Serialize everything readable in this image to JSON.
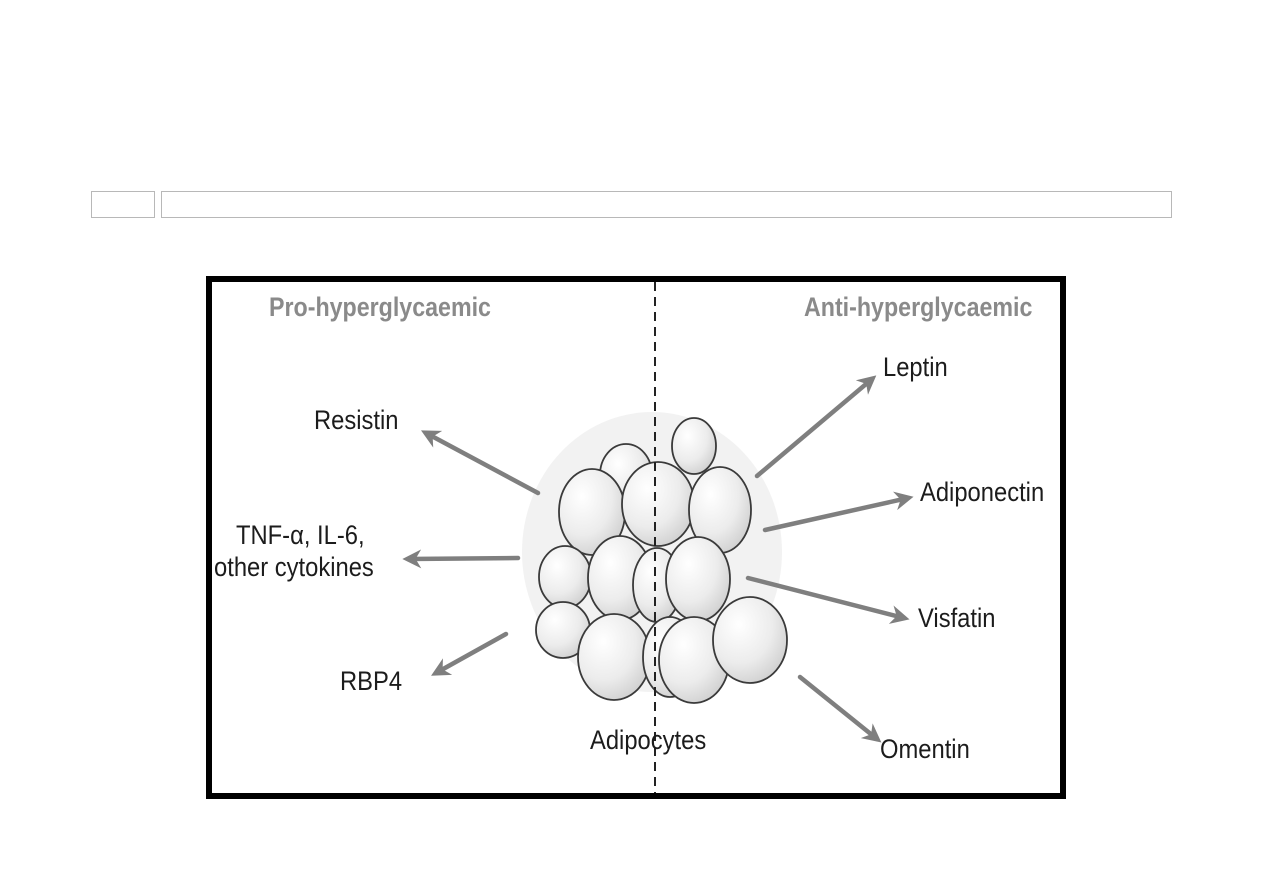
{
  "headers": {
    "left": "Pro-hyperglycaemic",
    "right": "Anti-hyperglycaemic"
  },
  "center_label": "Adipocytes",
  "left_labels": [
    {
      "id": "resistin",
      "text": "Resistin"
    },
    {
      "id": "tnf",
      "line1": "TNF-α, IL-6,",
      "line2": "other cytokines"
    },
    {
      "id": "rbp4",
      "text": "RBP4"
    }
  ],
  "right_labels": [
    {
      "id": "leptin",
      "text": "Leptin"
    },
    {
      "id": "adiponectin",
      "text": "Adiponectin"
    },
    {
      "id": "visfatin",
      "text": "Visfatin"
    },
    {
      "id": "omentin",
      "text": "Omentin"
    }
  ],
  "colors": {
    "arrow": "#7f7f7f",
    "cell_fill": "#ececec",
    "cell_stroke": "#3a3a3a",
    "header_text": "#8a8a8a",
    "frame": "#000000"
  }
}
